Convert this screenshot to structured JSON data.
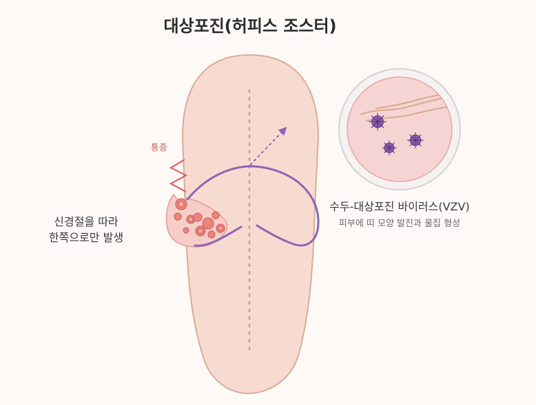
{
  "title": "대상포진(허피스 조스터)",
  "pain_label": "통증",
  "dermatome_note": {
    "line1": "신경절을 따라",
    "line2": "한쪽으로만 발생"
  },
  "virus": {
    "name": "수두-대상포진 바이러스(VZV)",
    "description": "피부에 띠 모양 발진과 물집 형성"
  },
  "icons": [
    "torso-outline",
    "dermatome-band",
    "rash-patch",
    "vesicle",
    "pain-zigzag-icon",
    "virus-particle-icon",
    "magnified-skin-inset"
  ],
  "colors": {
    "background": "#fcf9f7",
    "skin": "#f8dbd0",
    "skin_outline": "#d8ab98",
    "dermatome": "#8c64b4",
    "rash": "#f6c4c0",
    "vesicle": "#e8857d",
    "pain": "#e05a4f",
    "virus": "#8e5eb0"
  }
}
